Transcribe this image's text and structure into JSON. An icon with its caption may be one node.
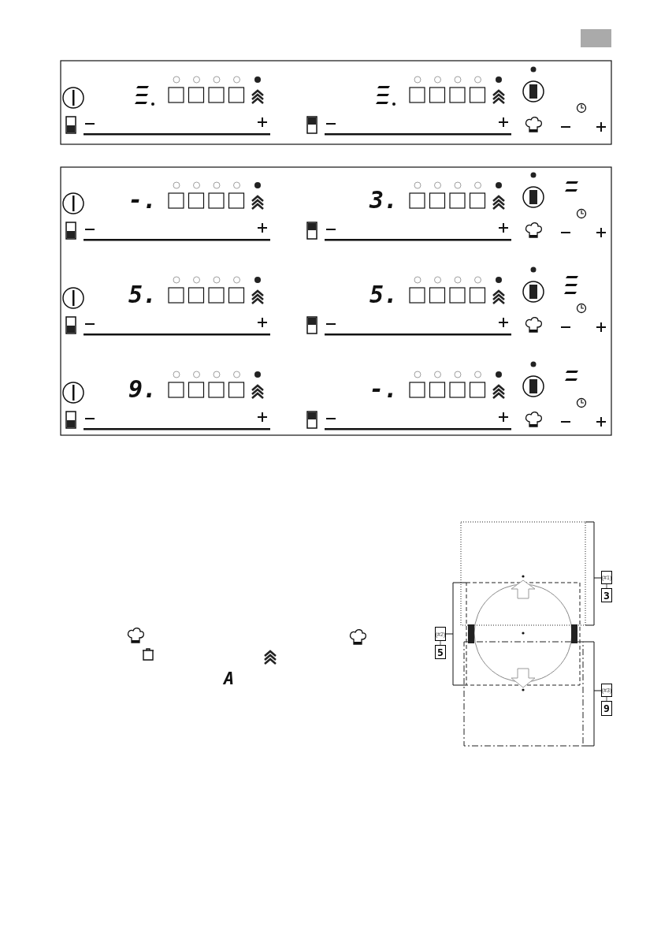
{
  "diagram": {
    "nodes": [
      {
        "text": [
          "(#1)"
        ]
      },
      {
        "text": [
          "3"
        ]
      },
      {
        "text": [
          "(#2)"
        ]
      },
      {
        "text": [
          "5"
        ]
      },
      {
        "text": [
          "(#3)"
        ]
      },
      {
        "text": [
          "9"
        ]
      }
    ],
    "edges": [
      {
        "from": 0,
        "to": 1,
        "arrow": "none"
      },
      {
        "from": 2,
        "to": 3,
        "arrow": "none"
      },
      {
        "from": 4,
        "to": 5,
        "arrow": "none"
      }
    ],
    "labels": [
      "-.",
      "3.",
      "5.",
      "5.",
      "9.",
      "-.",
      "A"
    ]
  }
}
